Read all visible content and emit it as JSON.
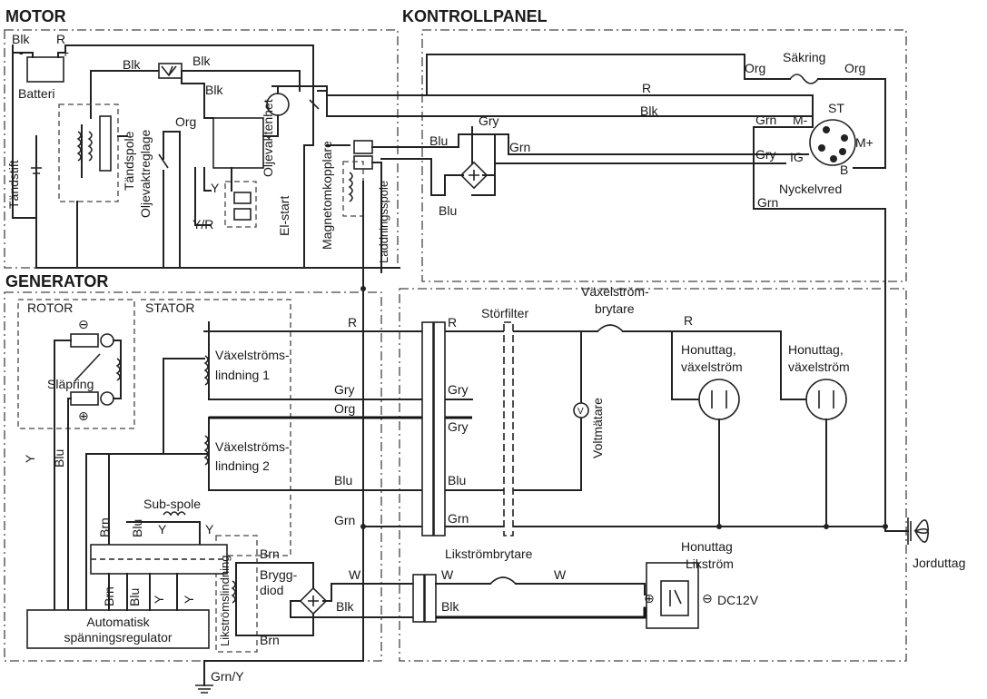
{
  "sections": {
    "motor": "MOTOR",
    "kontrollpanel": "KONTROLLPANEL",
    "generator": "GENERATOR",
    "rotor": "ROTOR",
    "stator": "STATOR"
  },
  "components": {
    "batteri": "Batteri",
    "tandstift": "Tändstift",
    "tandspole": "Tändspole",
    "oljevaktreglage": "Oljevaktreglage",
    "oljevaktenhet": "Oljevaktenhet",
    "el_start": "El-start",
    "magnetomkopplare": "Magnetomkopplare",
    "laddningsspole": "Laddningsspole",
    "sakring": "Säkring",
    "nyckelvred": "Nyckelvred",
    "slapring": "Släpring",
    "vaxelstromslindning1": [
      "Växelströms-",
      "lindning 1"
    ],
    "vaxelstromslindning2": [
      "Växelströms-",
      "lindning 2"
    ],
    "sub_spole": "Sub-spole",
    "likstromslindning": "Likströmslindning",
    "bryggdiod": [
      "Brygg-",
      "diod"
    ],
    "regulator": [
      "Automatisk",
      "spänningsregulator"
    ],
    "storfilter": "Störfilter",
    "vaxelstrombrytare": [
      "Växelström-",
      "brytare"
    ],
    "voltmatare": "Voltmätare",
    "honuttag_ac_1": [
      "Honuttag,",
      "växelström"
    ],
    "honuttag_ac_2": [
      "Honuttag,",
      "växelström"
    ],
    "likstrombrytare": "Likströmbrytare",
    "honuttag_dc": [
      "Honuttag",
      "Likström"
    ],
    "dc12v": "DC12V",
    "jorduttag": "Jorduttag",
    "voltmeter_symbol": "V"
  },
  "switch_terminals": {
    "m_minus": "M-",
    "st": "ST",
    "m_plus": "M+",
    "ig": "IG",
    "b": "B"
  },
  "polarity": {
    "plus": "+",
    "minus": "-",
    "circle_plus": "⊕",
    "circle_minus": "⊖"
  },
  "wire_labels": {
    "blk": "Blk",
    "r": "R",
    "org": "Org",
    "gry": "Gry",
    "grn": "Grn",
    "blu": "Blu",
    "y": "Y",
    "yr": "Y/R",
    "brn": "Brn",
    "w": "W",
    "grn_y": "Grn/Y"
  }
}
